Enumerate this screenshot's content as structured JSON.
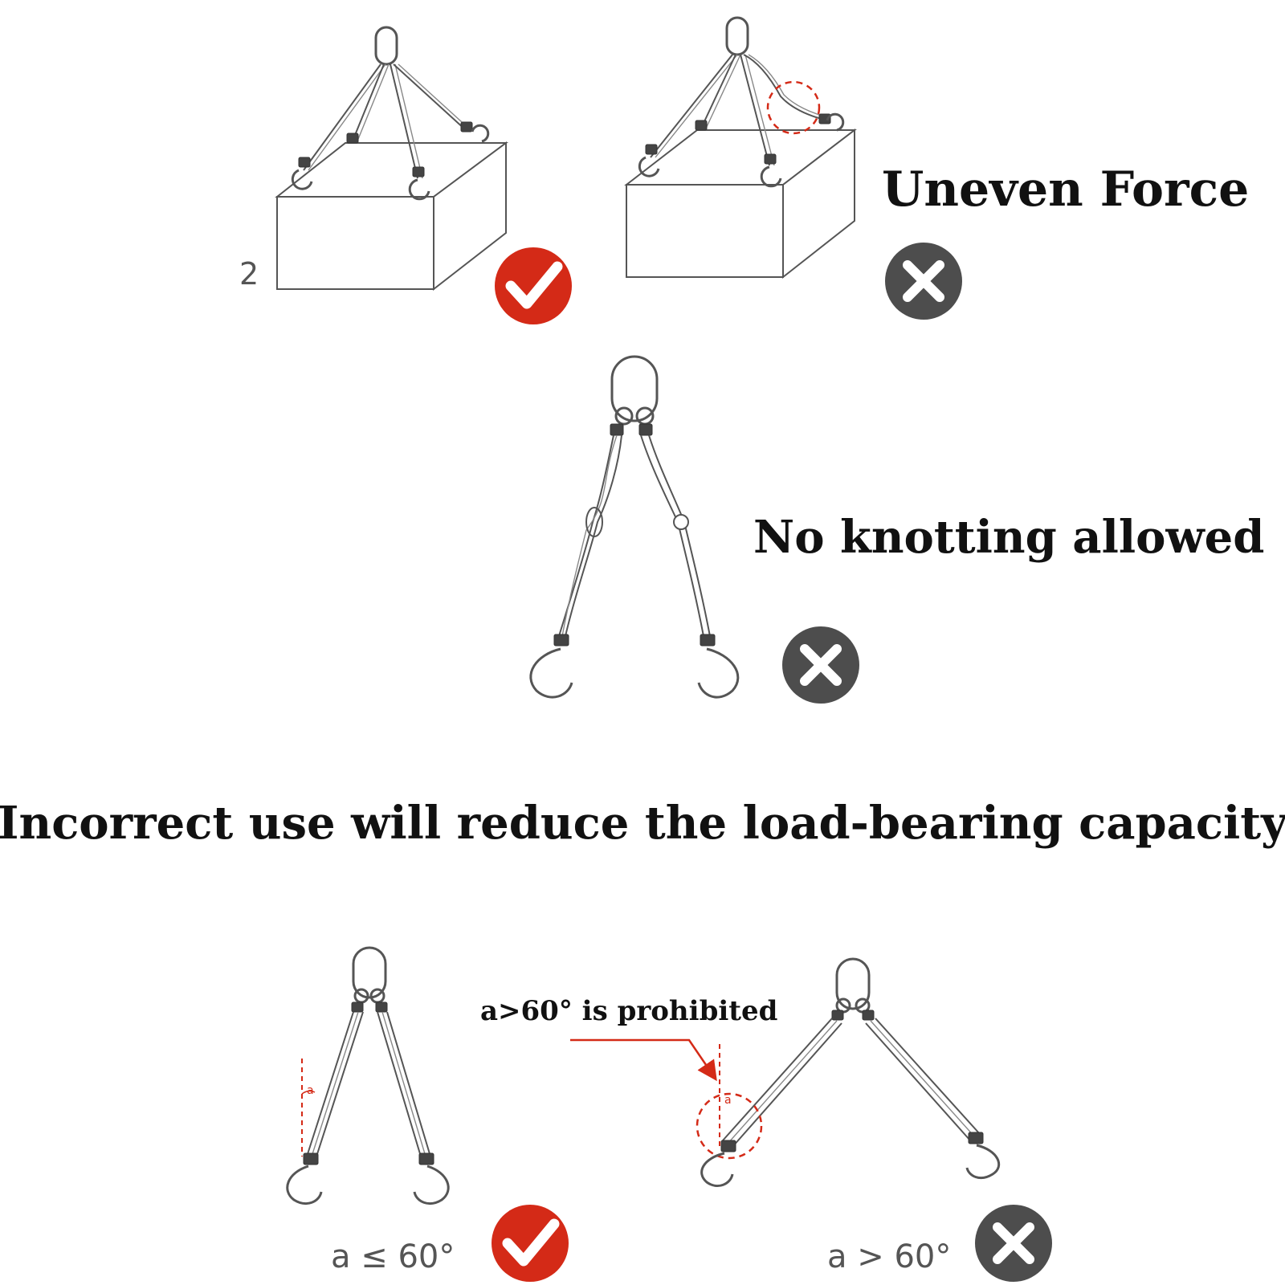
{
  "texts": {
    "box_number": "2",
    "uneven_force": "Uneven Force",
    "no_knotting": "No knotting allowed",
    "main_statement": "Incorrect use will reduce the load-bearing capacity",
    "prohibited_note": "a>60° is prohibited",
    "angle_ok": "a ≤ 60°",
    "angle_bad": "a > 60°",
    "angle_symbol": "a"
  },
  "colors": {
    "correct_badge": "#d42a17",
    "wrong_badge": "#4d4d4d",
    "warning_red": "#d42a17",
    "text": "#111111",
    "line_art": "#555555"
  },
  "icons": {
    "correct": "check-mark-icon",
    "wrong": "cross-mark-icon"
  }
}
